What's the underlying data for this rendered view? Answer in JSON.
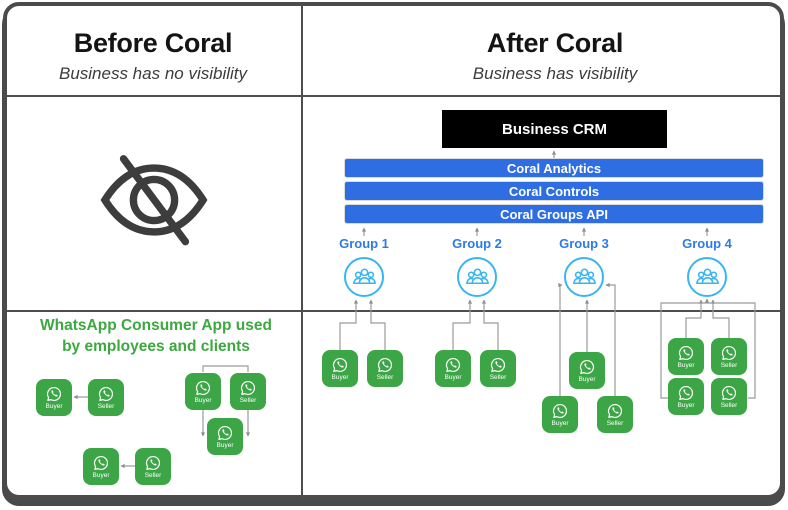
{
  "left_panel": {
    "title": "Before Coral",
    "subtitle": "Business has no visibility",
    "note_line1": "WhatsApp Consumer App used",
    "note_line2": "by employees and clients",
    "clusters": [
      {
        "chips": [
          {
            "label": "Buyer"
          },
          {
            "label": "Seller"
          }
        ]
      },
      {
        "chips": [
          {
            "label": "Buyer"
          },
          {
            "label": "Seller"
          },
          {
            "label": "Buyer"
          }
        ]
      },
      {
        "chips": [
          {
            "label": "Buyer"
          },
          {
            "label": "Seller"
          }
        ]
      }
    ]
  },
  "right_panel": {
    "title": "After Coral",
    "subtitle": "Business has visibility",
    "crm": {
      "label": "Business CRM"
    },
    "layers": [
      {
        "label": "Coral Analytics"
      },
      {
        "label": "Coral Controls"
      },
      {
        "label": "Coral Groups API"
      }
    ],
    "groups": [
      {
        "label": "Group 1",
        "chips": [
          {
            "label": "Buyer"
          },
          {
            "label": "Seller"
          }
        ]
      },
      {
        "label": "Group 2",
        "chips": [
          {
            "label": "Buyer"
          },
          {
            "label": "Seller"
          }
        ]
      },
      {
        "label": "Group 3",
        "chips": [
          {
            "label": "Buyer"
          },
          {
            "label": "Buyer"
          },
          {
            "label": "Seller"
          }
        ]
      },
      {
        "label": "Group 4",
        "chips": [
          {
            "label": "Buyer"
          },
          {
            "label": "Seller"
          },
          {
            "label": "Buyer"
          },
          {
            "label": "Seller"
          }
        ]
      }
    ]
  },
  "icons": {
    "eye": "eye-off-icon",
    "whatsapp": "whatsapp-icon",
    "group": "group-people-icon"
  },
  "colors": {
    "layer_blue": "#2E6EE2",
    "group_label_blue": "#2D7BE8",
    "group_circle_blue": "#3AB5F1",
    "whatsapp_green": "#3CA646",
    "note_green": "#3BA93F",
    "crm_black": "#000000",
    "connector_gray": "#9b9b9b",
    "frame_gray": "#4b4b4b"
  }
}
